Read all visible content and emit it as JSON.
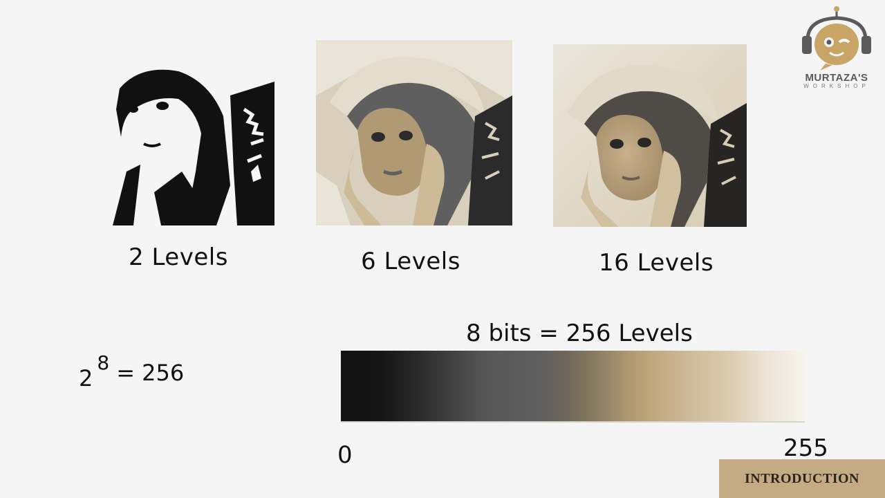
{
  "images": [
    {
      "caption": "2 Levels"
    },
    {
      "caption": "6 Levels"
    },
    {
      "caption": "16 Levels"
    }
  ],
  "formula": {
    "base": "2",
    "exponent": "8",
    "rest": "= 256"
  },
  "gradient_bar": {
    "title": "8 bits = 256 Levels",
    "min_label": "0",
    "max_label": "255",
    "colors": {
      "dark": "#121212",
      "mid": "#5f5f5f",
      "tan": "#c0a77c",
      "light": "#f6f4ef"
    }
  },
  "logo": {
    "name": "MURTAZA'S",
    "subtitle": "WORKSHOP",
    "icon": "robot-icon"
  },
  "tag": {
    "label": "INTRODUCTION",
    "color": "#c4ab84"
  }
}
